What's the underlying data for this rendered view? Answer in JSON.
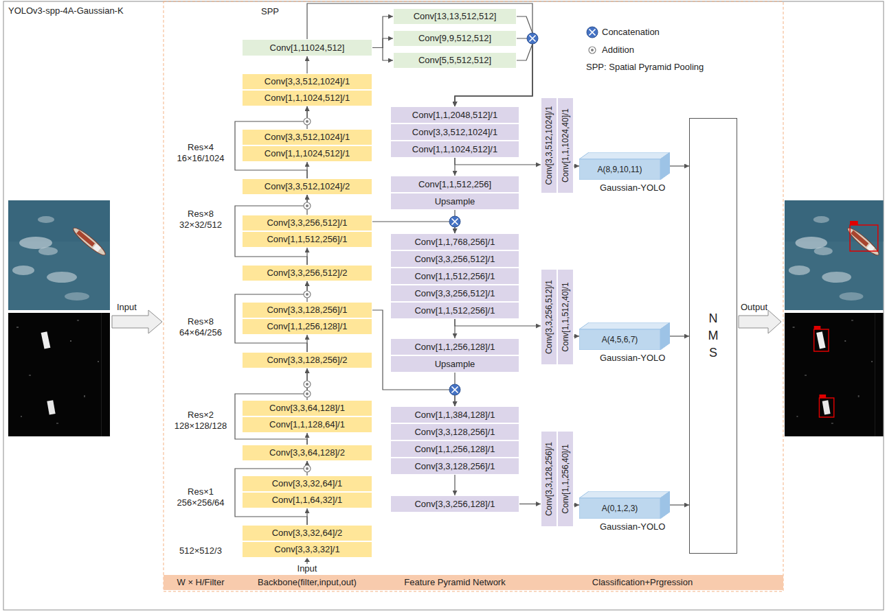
{
  "diagram": {
    "title": "YOLOv3-spp-4A-Gaussian-K",
    "nodes": [
      {
        "text": [
          "Conv[1,11024,512]"
        ]
      },
      {
        "text": [
          "Conv[3,3,512,1024]/1"
        ]
      },
      {
        "text": [
          "Conv[1,1,1024,512]/1"
        ]
      },
      {
        "text": [
          "Conv[3,3,512,1024]/1"
        ]
      },
      {
        "text": [
          "Conv[1,1,1024,512]/1"
        ]
      },
      {
        "text": [
          "Conv[3,3,512,1024]/2"
        ]
      },
      {
        "text": [
          "Conv[3,3,256,512]/1"
        ]
      },
      {
        "text": [
          "Conv[1,1,512,256]/1"
        ]
      },
      {
        "text": [
          "Conv[3,3,256,512]/2"
        ]
      },
      {
        "text": [
          "Conv[3,3,128,256]/1"
        ]
      },
      {
        "text": [
          "Conv[1,1,256,128]/1"
        ]
      },
      {
        "text": [
          "Conv[3,3,128,256]/2"
        ]
      },
      {
        "text": [
          "Conv[3,3,64,128]/1"
        ]
      },
      {
        "text": [
          "Conv[1,1,128,64]/1"
        ]
      },
      {
        "text": [
          "Conv[3,3,64,128]/2"
        ]
      },
      {
        "text": [
          "Conv[3,3,32,64]/1"
        ]
      },
      {
        "text": [
          "Conv[1,1,64,32]/1"
        ]
      },
      {
        "text": [
          "Conv[3,3,32,64]/2"
        ]
      },
      {
        "text": [
          "Conv[3,3,3,32]/1"
        ]
      },
      {
        "text": [
          "Conv[13,13,512,512]"
        ]
      },
      {
        "text": [
          "Conv[9,9,512,512]"
        ]
      },
      {
        "text": [
          "Conv[5,5,512,512]"
        ]
      },
      {
        "text": [
          "Conv[1,1,2048,512]/1"
        ]
      },
      {
        "text": [
          "Conv[3,3,512,1024]/1"
        ]
      },
      {
        "text": [
          "Conv[1,1,1024,512]/1"
        ]
      },
      {
        "text": [
          "Conv[1,1,512,256]"
        ]
      },
      {
        "text": [
          "Upsample"
        ]
      },
      {
        "text": [
          "Conv[1,1,768,256]/1"
        ]
      },
      {
        "text": [
          "Conv[3,3,256,512]/1"
        ]
      },
      {
        "text": [
          "Conv[1,1,512,256]/1"
        ]
      },
      {
        "text": [
          "Conv[3,3,256,512]/1"
        ]
      },
      {
        "text": [
          "Conv[1,1,512,256]/1"
        ]
      },
      {
        "text": [
          "Conv[1,1,256,128]/1"
        ]
      },
      {
        "text": [
          "Upsample"
        ]
      },
      {
        "text": [
          "Conv[1,1,384,128]/1"
        ]
      },
      {
        "text": [
          "Conv[3,3,128,256]/1"
        ]
      },
      {
        "text": [
          "Conv[1,1,256,128]/1"
        ]
      },
      {
        "text": [
          "Conv[3,3,128,256]/1"
        ]
      },
      {
        "text": [
          "Conv[3,3,256,128]/1"
        ]
      },
      {
        "text": [
          "Conv[3,3,512,1024]/1"
        ]
      },
      {
        "text": [
          "Conv[1,1,1024,40]/1"
        ]
      },
      {
        "text": [
          "A(8,9,10,11)",
          "Gaussian-YOLO"
        ]
      },
      {
        "text": [
          "Conv[3,3,256,512]/1"
        ]
      },
      {
        "text": [
          "Conv[1,1,512,40]/1"
        ]
      },
      {
        "text": [
          "A(4,5,6,7)",
          "Gaussian-YOLO"
        ]
      },
      {
        "text": [
          "Conv[3,3,128,256]/1"
        ]
      },
      {
        "text": [
          "Conv[1,1,256,40]/1"
        ]
      },
      {
        "text": [
          "A(0,1,2,3)",
          "Gaussian-YOLO"
        ]
      },
      {
        "text": [
          "NMS"
        ]
      },
      {
        "text": [
          "W × H/Filter",
          "Backbone(filter,input,out)",
          "Feature Pyramid Network",
          "Classification+Prgression"
        ]
      }
    ],
    "edges": [
      {
        "from": 17,
        "to": 16,
        "arrow": "to"
      },
      {
        "from": 17,
        "to": 14,
        "arrow": "to"
      },
      {
        "from": 15,
        "to": 14,
        "arrow": "to"
      },
      {
        "from": 14,
        "to": 13,
        "arrow": "to"
      },
      {
        "from": 14,
        "to": 11,
        "arrow": "to"
      },
      {
        "from": 12,
        "to": 11,
        "arrow": "to"
      },
      {
        "from": 11,
        "to": 10,
        "arrow": "to"
      },
      {
        "from": 11,
        "to": 8,
        "arrow": "to"
      },
      {
        "from": 9,
        "to": 8,
        "arrow": "to"
      },
      {
        "from": 8,
        "to": 7,
        "arrow": "to"
      },
      {
        "from": 8,
        "to": 5,
        "arrow": "to"
      },
      {
        "from": 6,
        "to": 5,
        "arrow": "to"
      },
      {
        "from": 5,
        "to": 4,
        "arrow": "to"
      },
      {
        "from": 5,
        "to": 2,
        "arrow": "to"
      },
      {
        "from": 3,
        "to": 2,
        "arrow": "to"
      },
      {
        "from": 1,
        "to": 0,
        "arrow": "to"
      },
      {
        "from": 0,
        "to": 19,
        "arrow": "to"
      },
      {
        "from": 0,
        "to": 20,
        "arrow": "to"
      },
      {
        "from": 0,
        "to": 21,
        "arrow": "to"
      },
      {
        "from": 0,
        "to": 22,
        "arrow": "to"
      },
      {
        "from": 19,
        "to": 22,
        "arrow": "to"
      },
      {
        "from": 20,
        "to": 22,
        "arrow": "to"
      },
      {
        "from": 21,
        "to": 22,
        "arrow": "to"
      },
      {
        "from": 24,
        "to": 25,
        "arrow": "to"
      },
      {
        "from": 24,
        "to": 39,
        "arrow": "to"
      },
      {
        "from": 26,
        "to": 27,
        "arrow": "to"
      },
      {
        "from": 6,
        "to": 27,
        "arrow": "to"
      },
      {
        "from": 31,
        "to": 32,
        "arrow": "to"
      },
      {
        "from": 31,
        "to": 42,
        "arrow": "to"
      },
      {
        "from": 33,
        "to": 34,
        "arrow": "to"
      },
      {
        "from": 9,
        "to": 34,
        "arrow": "to"
      },
      {
        "from": 37,
        "to": 38,
        "arrow": "to"
      },
      {
        "from": 38,
        "to": 45,
        "arrow": "to"
      },
      {
        "from": 40,
        "to": 41,
        "arrow": "to"
      },
      {
        "from": 41,
        "to": 48,
        "arrow": "to"
      },
      {
        "from": 43,
        "to": 44,
        "arrow": "to"
      },
      {
        "from": 44,
        "to": 48,
        "arrow": "to"
      },
      {
        "from": 46,
        "to": 47,
        "arrow": "to"
      },
      {
        "from": 47,
        "to": 48,
        "arrow": "to"
      }
    ],
    "labels": [
      "SPP",
      "SPP: Spatial Pyramid Pooling",
      "Res×4",
      "16×16/1024",
      "Res×8",
      "32×32/512",
      "Res×8",
      "64×64/256",
      "Res×2",
      "128×128/128",
      "Res×1",
      "256×256/64",
      "512×512/3",
      "Input",
      "Input",
      "Output"
    ],
    "legend": [
      {
        "text": "Concatenation"
      },
      {
        "text": "Addition"
      }
    ]
  }
}
